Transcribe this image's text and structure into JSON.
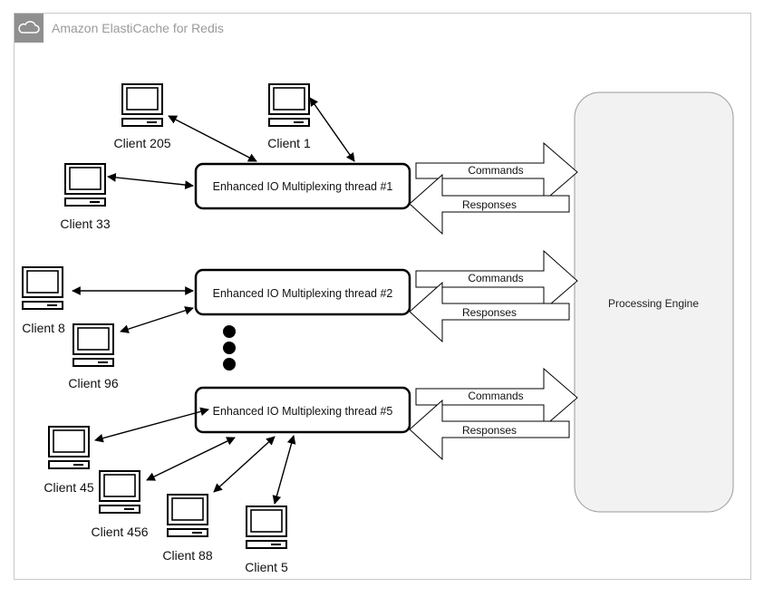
{
  "header": {
    "title": "Amazon ElastiCache for Redis",
    "icon": "cloud-icon"
  },
  "engine": {
    "label": "Processing Engine"
  },
  "threads": [
    {
      "label": "Enhanced IO Multiplexing thread #1",
      "commands": "Commands",
      "responses": "Responses"
    },
    {
      "label": "Enhanced IO Multiplexing thread #2",
      "commands": "Commands",
      "responses": "Responses"
    },
    {
      "label": "Enhanced IO Multiplexing thread #5",
      "commands": "Commands",
      "responses": "Responses"
    }
  ],
  "clients": [
    {
      "label": "Client 205"
    },
    {
      "label": "Client 1"
    },
    {
      "label": "Client 33"
    },
    {
      "label": "Client 8"
    },
    {
      "label": "Client 96"
    },
    {
      "label": "Client 45"
    },
    {
      "label": "Client 456"
    },
    {
      "label": "Client 88"
    },
    {
      "label": "Client 5"
    }
  ],
  "colors": {
    "header_icon": "#8f8f8f",
    "frame_border": "#c7c7c7",
    "engine_fill": "#f2f2f2"
  }
}
